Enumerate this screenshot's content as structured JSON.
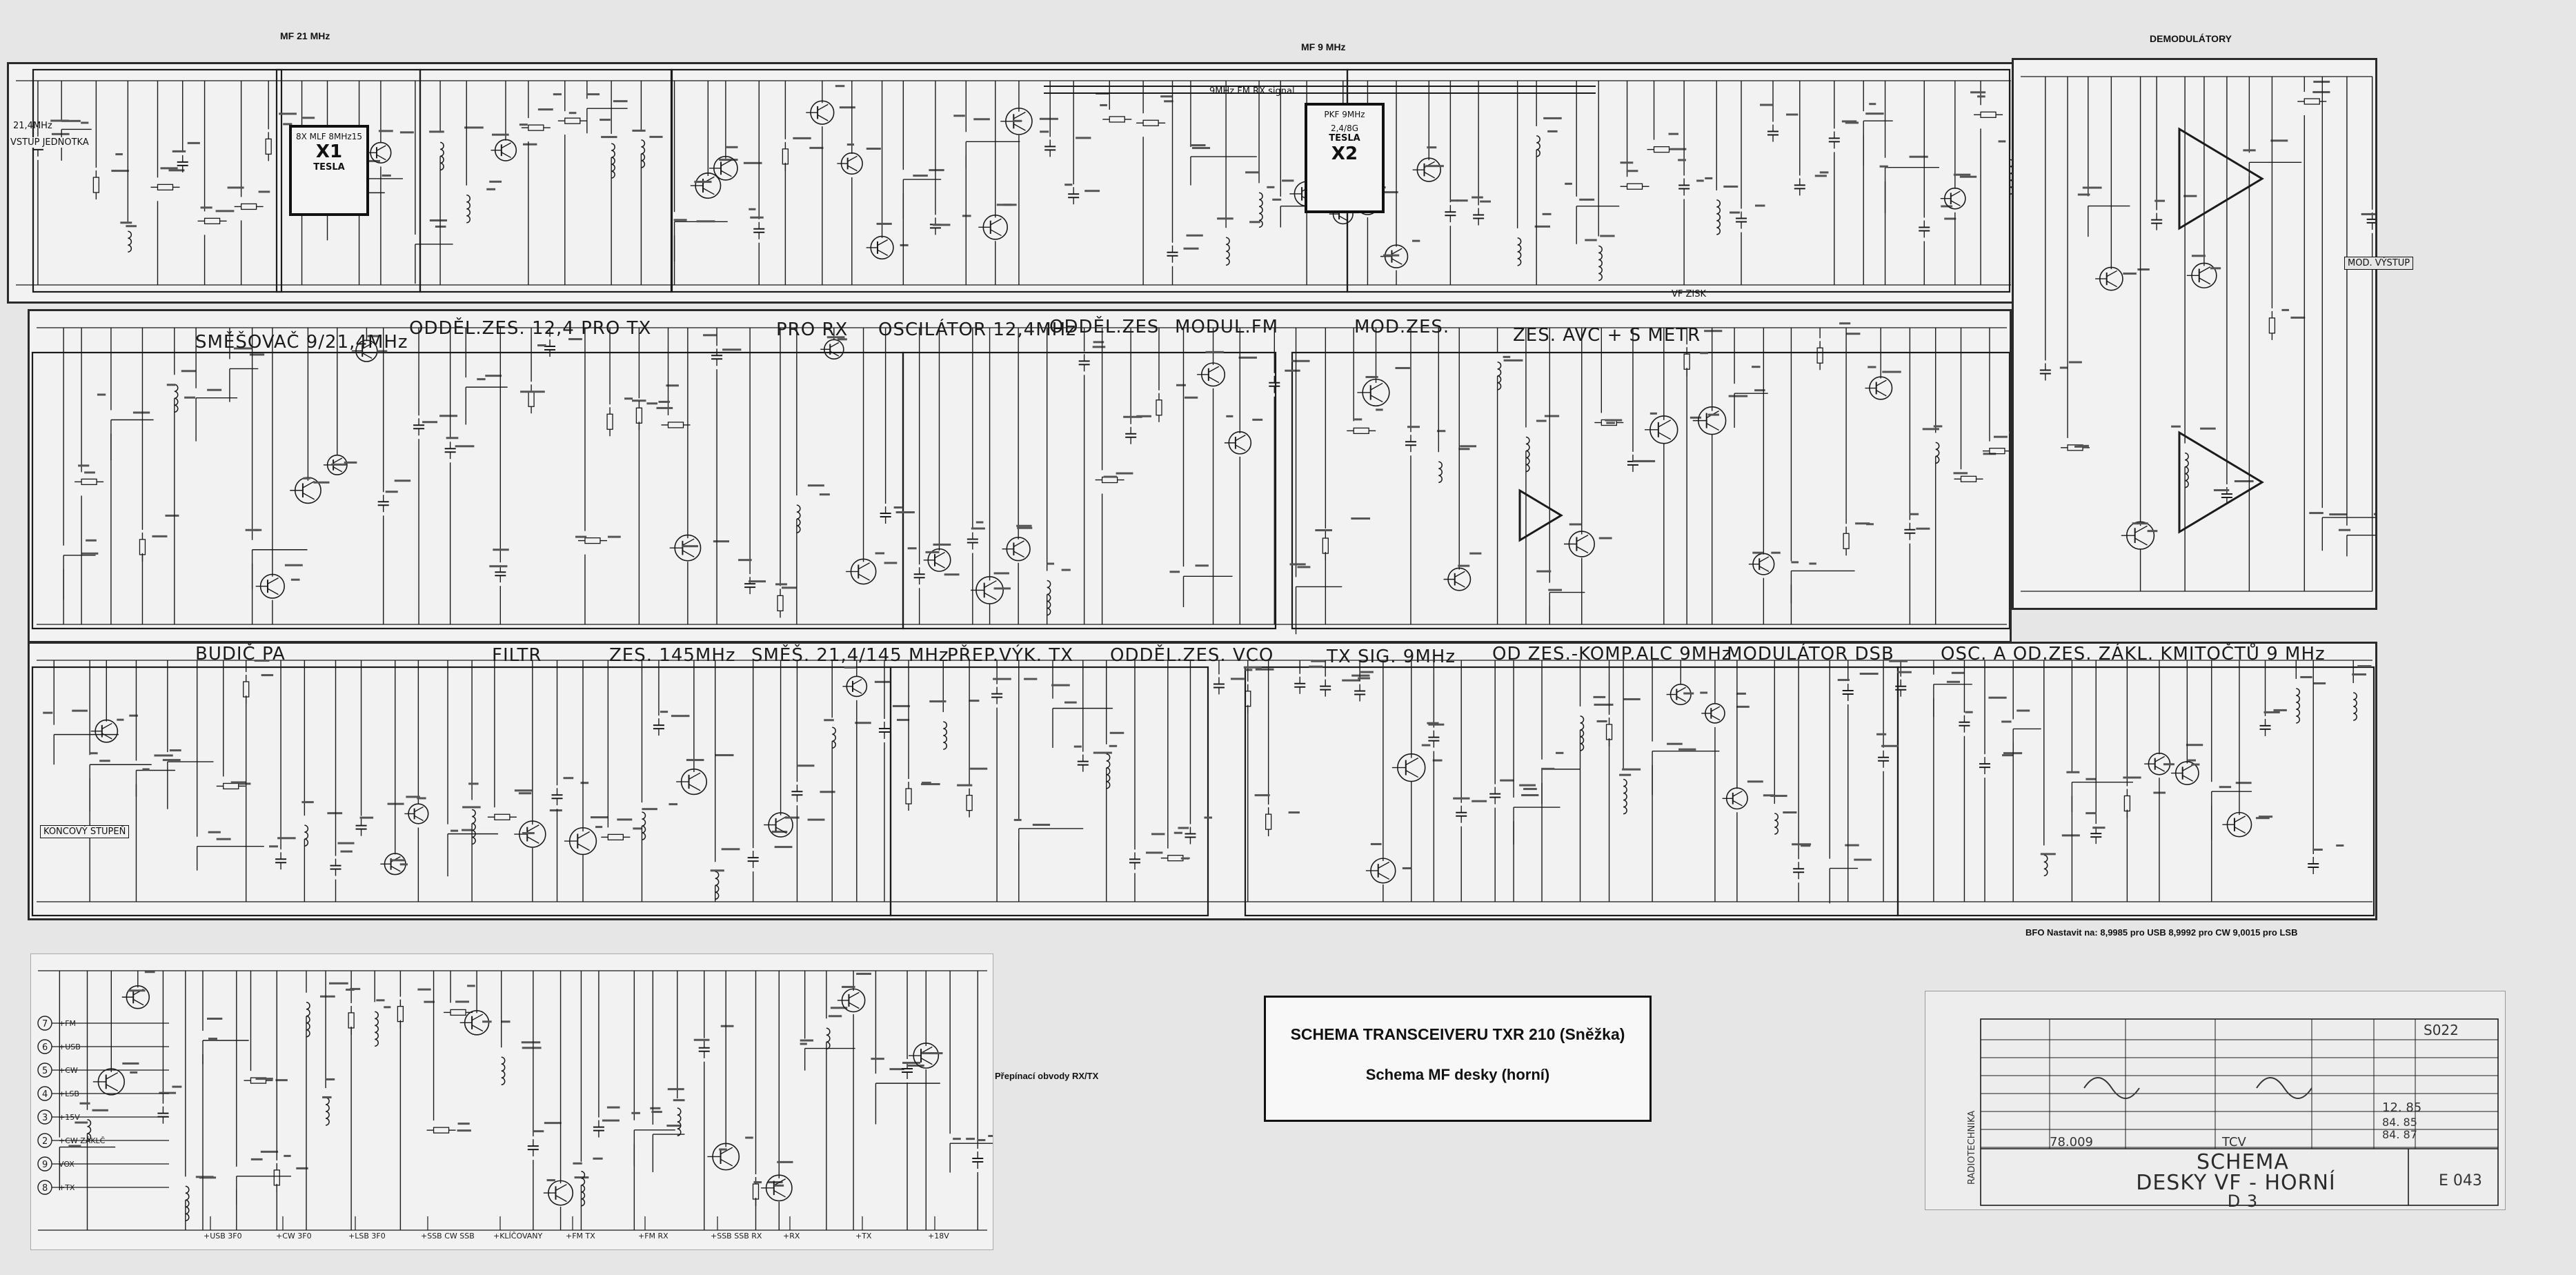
{
  "header_labels": {
    "mf21": "MF 21 MHz",
    "mf9": "MF 9  MHz",
    "demod": "DEMODULÁTORY"
  },
  "row1": {
    "input_label": "VSTUP JEDNOTKA",
    "input_freq": "21,4MHz",
    "filter_x1": {
      "line1": "8X MLF 8MHz15",
      "name": "X1",
      "maker": "TESLA"
    },
    "filter_x2": {
      "line1": "PKF 9MHz",
      "line2": "2,4/8G",
      "maker": "TESLA",
      "name": "X2"
    },
    "rx_signal": "9MHz  FM RX  signal",
    "output_label": "MOD. VÝSTUP",
    "vf_zisk": "VF ZISK"
  },
  "row2_titles": [
    "SMĚŠOVAČ 9/21,4MHz",
    "ODDĚL.ZES. 12,4 PRO TX",
    "PRO RX",
    "OSCILÁTOR 12,4MHz",
    "ODDĚL.ZES",
    "MODUL.FM",
    "MOD.ZES.",
    "ZES. AVC + S METR"
  ],
  "row3_titles": [
    "BUDIČ  PA",
    "FILTR",
    "ZES. 145MHz",
    "SMĚŠ. 21,4/145 MHz",
    "PŘEP.VÝK. TX",
    "ODDĚL.ZES. VCO",
    "TX SIG. 9MHz",
    "OD ZES.-KOMP.ALC 9MHz",
    "MODULÁTOR DSB",
    "OSC. A OD.ZES. ZÁKL. KMITOČTŮ  9 MHz"
  ],
  "row3_connector": "KONCOVÝ STUPEŇ",
  "bfo_note": "BFO Nastavit na:  8,9985 pro USB   8,9992 pro CW   9,0015 pro LSB",
  "switch_label": "Přepínací obvody RX/TX",
  "switch_inputs": [
    "+FM",
    "+USB",
    "+CW",
    "+LSB",
    "+15V",
    "+CW ZÁKLČ",
    "VOX",
    "+TX"
  ],
  "switch_pins": [
    "7",
    "6",
    "5",
    "4",
    "3",
    "2",
    "9",
    "8"
  ],
  "switch_outputs": [
    "+USB 3F0",
    "+CW 3F0",
    "+LSB 3F0",
    "+SSB CW SSB",
    "+KLÍČOVANY",
    "+FM TX",
    "+FM RX",
    "+SSB SSB RX",
    "+RX",
    "+TX",
    "+18V"
  ],
  "title_box": {
    "line1": "SCHEMA TRANSCEIVERU TXR 210  (Sněžka)",
    "line2": "Schema MF desky (horní)"
  },
  "stamp": {
    "code": "S022",
    "number": "78.009",
    "tcv": "TCV",
    "org": "RADIOTECHNIKA",
    "title1": "SCHEMA",
    "title2": "DESKY VF - HORNÍ",
    "title3": "D 3",
    "sheet": "E 043",
    "dates": [
      "12. 85",
      "84. 85",
      "84. 87"
    ]
  },
  "colors": {
    "background": "#e6e6e6",
    "sheet": "#f2f2f2",
    "ink": "#1b1b1b",
    "frame": "#2a2a2a"
  }
}
